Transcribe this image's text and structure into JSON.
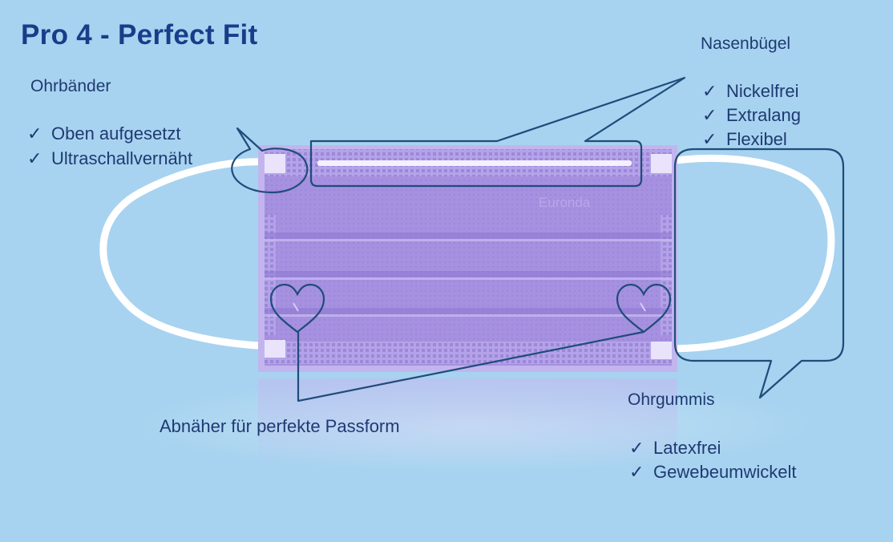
{
  "title": "Pro 4 - Perfect Fit",
  "mask_brand": "Euronda",
  "colors": {
    "background": "#a7d3f0",
    "mask": "#a48fe0",
    "mask_dark": "#8f78d2",
    "outline": "#1f4c7a",
    "title": "#1a3d8a",
    "text": "#1f3a72",
    "ear_loop": "#ffffff"
  },
  "annotations": {
    "ear_bands": {
      "heading": "Ohrbänder",
      "items": [
        "Oben aufgesetzt",
        "Ultraschallvernäht"
      ]
    },
    "nose_bridge": {
      "heading": "Nasenbügel",
      "items": [
        "Nickelfrei",
        "Extralang",
        "Flexibel"
      ]
    },
    "darts": {
      "heading": "Abnäher für perfekte Passform"
    },
    "ear_loops": {
      "heading": "Ohrgummis",
      "items": [
        "Latexfrei",
        "Gewebeumwickelt"
      ]
    }
  },
  "check_symbol": "✓",
  "icons": [
    "heart-icon",
    "speech-bubble-icon",
    "check-icon"
  ]
}
